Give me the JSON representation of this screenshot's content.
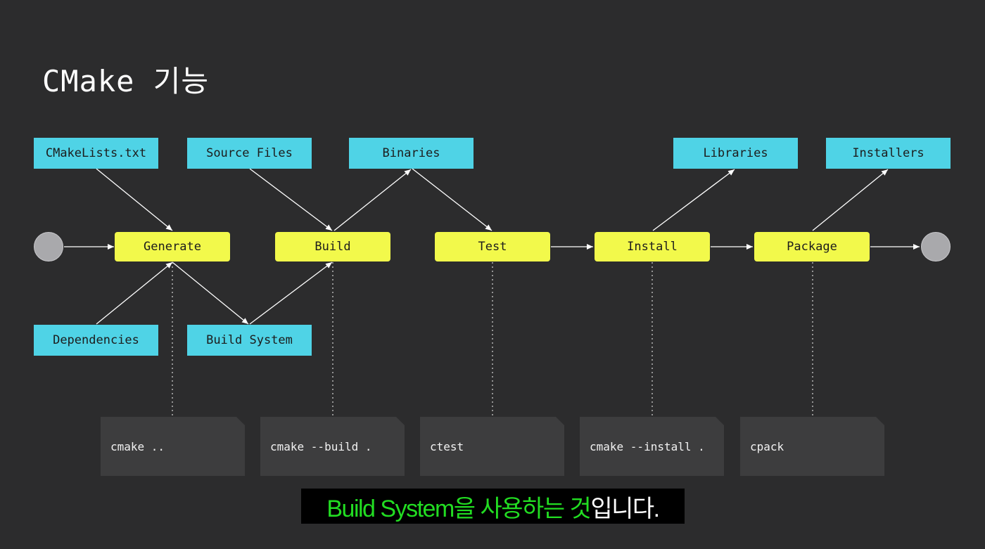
{
  "title": "CMake 기능",
  "artifacts": {
    "cmakelists": "CMakeLists.txt",
    "source_files": "Source Files",
    "binaries": "Binaries",
    "libraries": "Libraries",
    "installers": "Installers",
    "dependencies": "Dependencies",
    "build_system": "Build System"
  },
  "steps": {
    "generate": "Generate",
    "build": "Build",
    "test": "Test",
    "install": "Install",
    "package": "Package"
  },
  "commands": {
    "generate": "cmake ..",
    "build": "cmake --build .",
    "test": "ctest",
    "install": "cmake --install .",
    "package": "cpack"
  },
  "subtitle": {
    "highlight": "Build System을 사용하는 것",
    "rest": "입니다."
  },
  "colors": {
    "background": "#2c2c2d",
    "artifact": "#4fd3e6",
    "step": "#f2f94b",
    "node": "#a9a9ac",
    "card": "#3d3d3e",
    "subtitle_highlight": "#22dd22"
  }
}
